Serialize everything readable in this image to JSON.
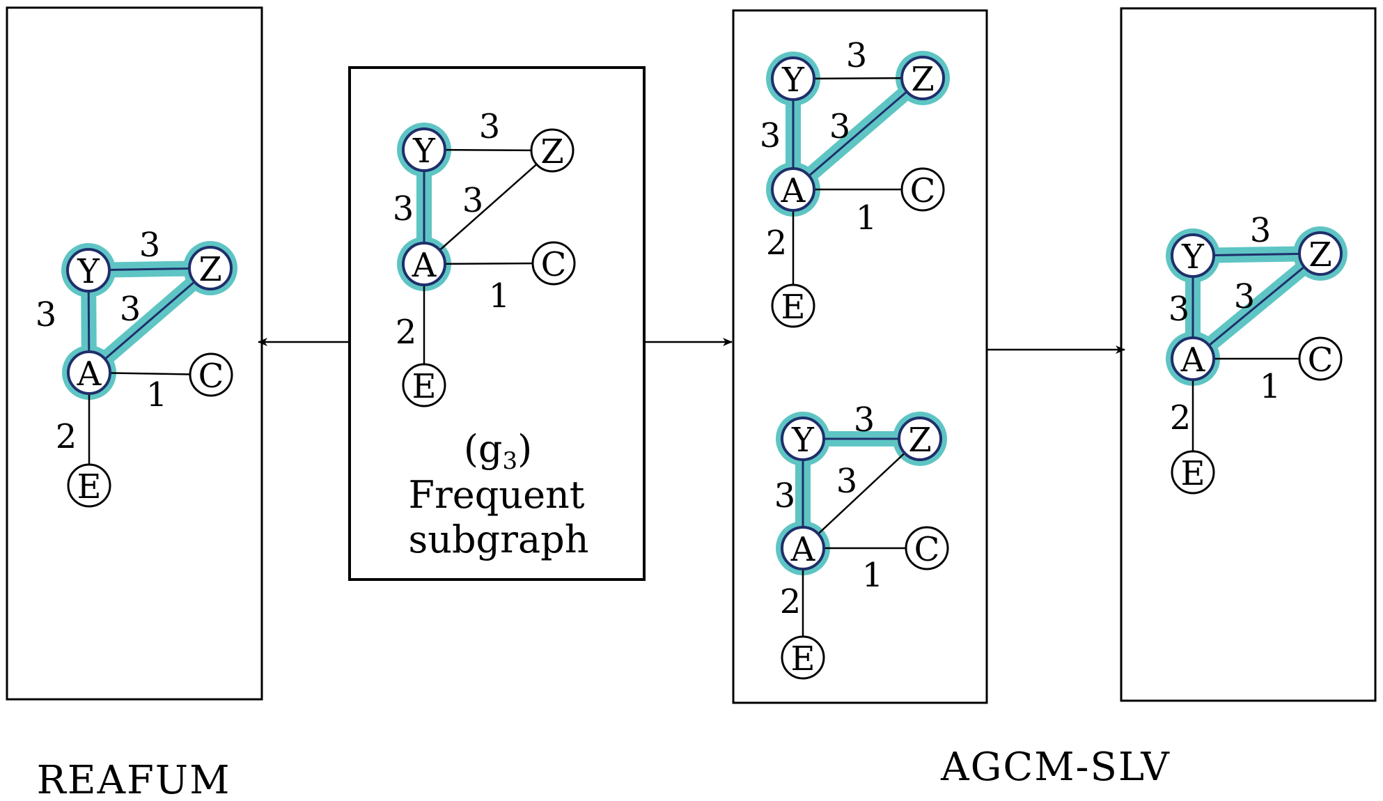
{
  "colors": {
    "highlight": "#5ec5c4",
    "highlight_edge_core": "#1f2f6b",
    "node_border": "#000000",
    "node_highlight_border": "#1f2f6b",
    "box_border": "#000000"
  },
  "nodes": {
    "Y": "Y",
    "Z": "Z",
    "A": "A",
    "C": "C",
    "E": "E"
  },
  "edge_weights": {
    "Y-Z": "3",
    "Y-A": "3",
    "A-Z": "3",
    "A-C": "1",
    "A-E": "2"
  },
  "panels": {
    "reafum_result": {
      "highlighted_edges": [
        "Y-Z",
        "Y-A",
        "A-Z"
      ],
      "highlighted_nodes": [
        "Y",
        "Z",
        "A"
      ]
    },
    "frequent_subgraph": {
      "highlighted_edges": [
        "Y-A"
      ],
      "highlighted_nodes": [
        "Y",
        "A"
      ],
      "caption_symbol": "(g",
      "caption_subscript": "3",
      "caption_close": ")",
      "caption_line2": "Frequent",
      "caption_line3": "subgraph"
    },
    "agcm_candidate_1": {
      "highlighted_edges": [
        "Y-A",
        "A-Z"
      ],
      "highlighted_nodes": [
        "Y",
        "Z",
        "A"
      ]
    },
    "agcm_candidate_2": {
      "highlighted_edges": [
        "Y-Z",
        "Y-A"
      ],
      "highlighted_nodes": [
        "Y",
        "Z",
        "A"
      ]
    },
    "agcm_result": {
      "highlighted_edges": [
        "Y-Z",
        "Y-A",
        "A-Z"
      ],
      "highlighted_nodes": [
        "Y",
        "Z",
        "A"
      ]
    }
  },
  "method_labels": {
    "left": "REAFUM",
    "right": "AGCM-SLV"
  }
}
